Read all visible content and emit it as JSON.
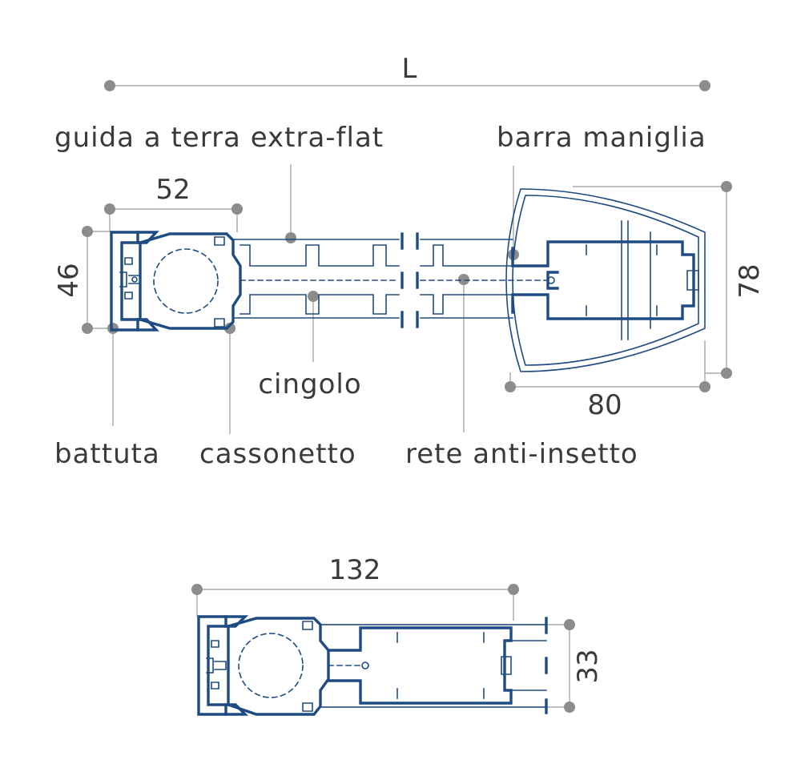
{
  "dimensions": {
    "length": "L",
    "width_52": "52",
    "height_46": "46",
    "height_78": "78",
    "width_80": "80",
    "width_132": "132",
    "height_33": "33"
  },
  "labels": {
    "guida": "guida a terra extra-flat",
    "barra": "barra maniglia",
    "cingolo": "cingolo",
    "battuta": "battuta",
    "cassonetto": "cassonetto",
    "rete": "rete anti-insetto"
  },
  "colors": {
    "profile": "#1e4b82",
    "dimension_line": "#a9a9a9",
    "dot": "#8c8c8c",
    "text": "#3a3a3a"
  }
}
